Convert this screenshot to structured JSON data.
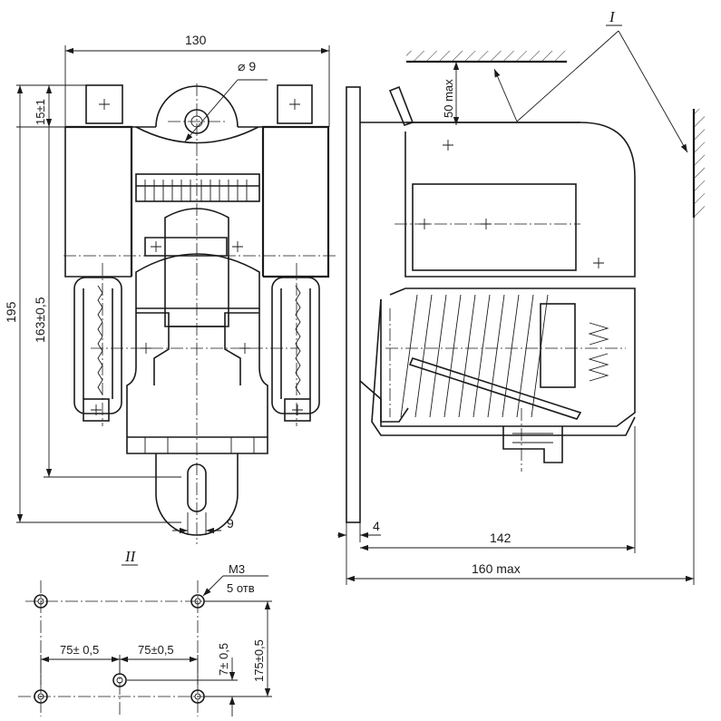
{
  "dimensions": {
    "width_top": "130",
    "hole_dia": "⌀ 9",
    "offset_top": "15±1",
    "height_total": "195",
    "height_mount": "163±0,5",
    "slot_width": "9",
    "clearance_top": "50 max",
    "plate_thickness": "4",
    "depth": "142",
    "depth_max": "160 max"
  },
  "views": {
    "view_1": "I",
    "view_2": "II"
  },
  "mounting": {
    "thread": "M3",
    "holes": "5 отв",
    "pitch_x1": "75± 0,5",
    "pitch_x2": "75±0,5",
    "pitch_y1": "7± 0,5",
    "pitch_y2": "175±0,5"
  }
}
